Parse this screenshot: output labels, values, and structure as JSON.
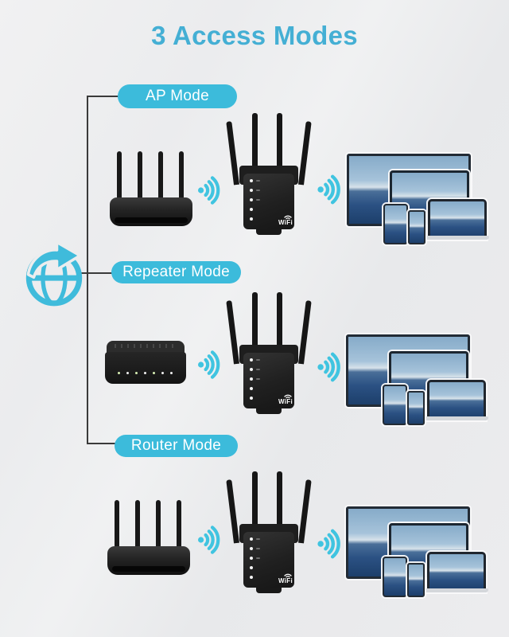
{
  "title": "3 Access Modes",
  "colors": {
    "title": "#44AFD4",
    "pill": "#3CBBDB",
    "wifi_icon": "#40C4E0",
    "globe_icon": "#3FBBDB",
    "connector_line": "#3A3A3A",
    "device_body": "#1C1C1C",
    "background": "#ECEDEE"
  },
  "internet": {
    "icon": "globe-arrow-icon"
  },
  "modes": [
    {
      "label": "AP Mode",
      "source_device": "wireless-router",
      "signal_icons": [
        "wifi-signal-icon",
        "wifi-signal-icon"
      ],
      "extender_device": "wifi-extender",
      "client_devices": [
        "tv",
        "desktop-monitor",
        "tablet",
        "smartphone",
        "laptop"
      ]
    },
    {
      "label": "Repeater Mode",
      "source_device": "modem",
      "signal_icons": [
        "wifi-signal-icon",
        "wifi-signal-icon"
      ],
      "extender_device": "wifi-extender",
      "client_devices": [
        "tv",
        "desktop-monitor",
        "tablet",
        "smartphone",
        "laptop"
      ]
    },
    {
      "label": "Router Mode",
      "source_device": "wireless-router",
      "signal_icons": [
        "wifi-signal-icon",
        "wifi-signal-icon"
      ],
      "extender_device": "wifi-extender",
      "client_devices": [
        "tv",
        "desktop-monitor",
        "tablet",
        "smartphone",
        "laptop"
      ]
    }
  ],
  "extender": {
    "brand_label": "WiFi",
    "led_count": 5
  }
}
